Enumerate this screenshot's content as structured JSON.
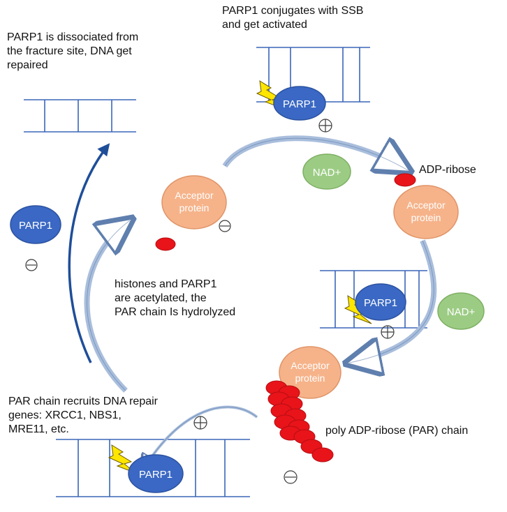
{
  "labels": {
    "dissociated": [
      "PARP1 is dissociated from",
      "the fracture site, DNA get",
      "repaired"
    ],
    "conjugates": [
      "PARP1 conjugates with SSB",
      "and get activated"
    ],
    "adp_ribose": "ADP-ribose",
    "acetylated": [
      "histones and PARP1",
      "are acetylated, the",
      "PAR chain Is hydrolyzed"
    ],
    "recruits": [
      "PAR chain recruits DNA repair",
      "genes: XRCC1, NBS1,",
      "MRE11, etc."
    ],
    "par_chain": "poly ADP-ribose (PAR) chain"
  },
  "nodes": {
    "parp1": "PARP1",
    "acceptor": [
      "Acceptor",
      "protein"
    ],
    "nad": "NAD+"
  },
  "colors": {
    "parp1": "#3a68c4",
    "parp1_stroke": "#2c52a0",
    "acceptor": "#f6b38a",
    "acceptor_stroke": "#e09468",
    "nad": "#9ccc84",
    "nad_stroke": "#7eb063",
    "adp_ribose": "#e8141a",
    "dna": "#3a66b8",
    "arrow_fill": "#a9bedc",
    "arrow_stroke": "#5f7fae",
    "arrow_dark": "#1f4e99",
    "lightning": "#ffe600"
  },
  "icons": [
    "lightning-icon",
    "plus-charge-icon",
    "minus-charge-icon"
  ]
}
